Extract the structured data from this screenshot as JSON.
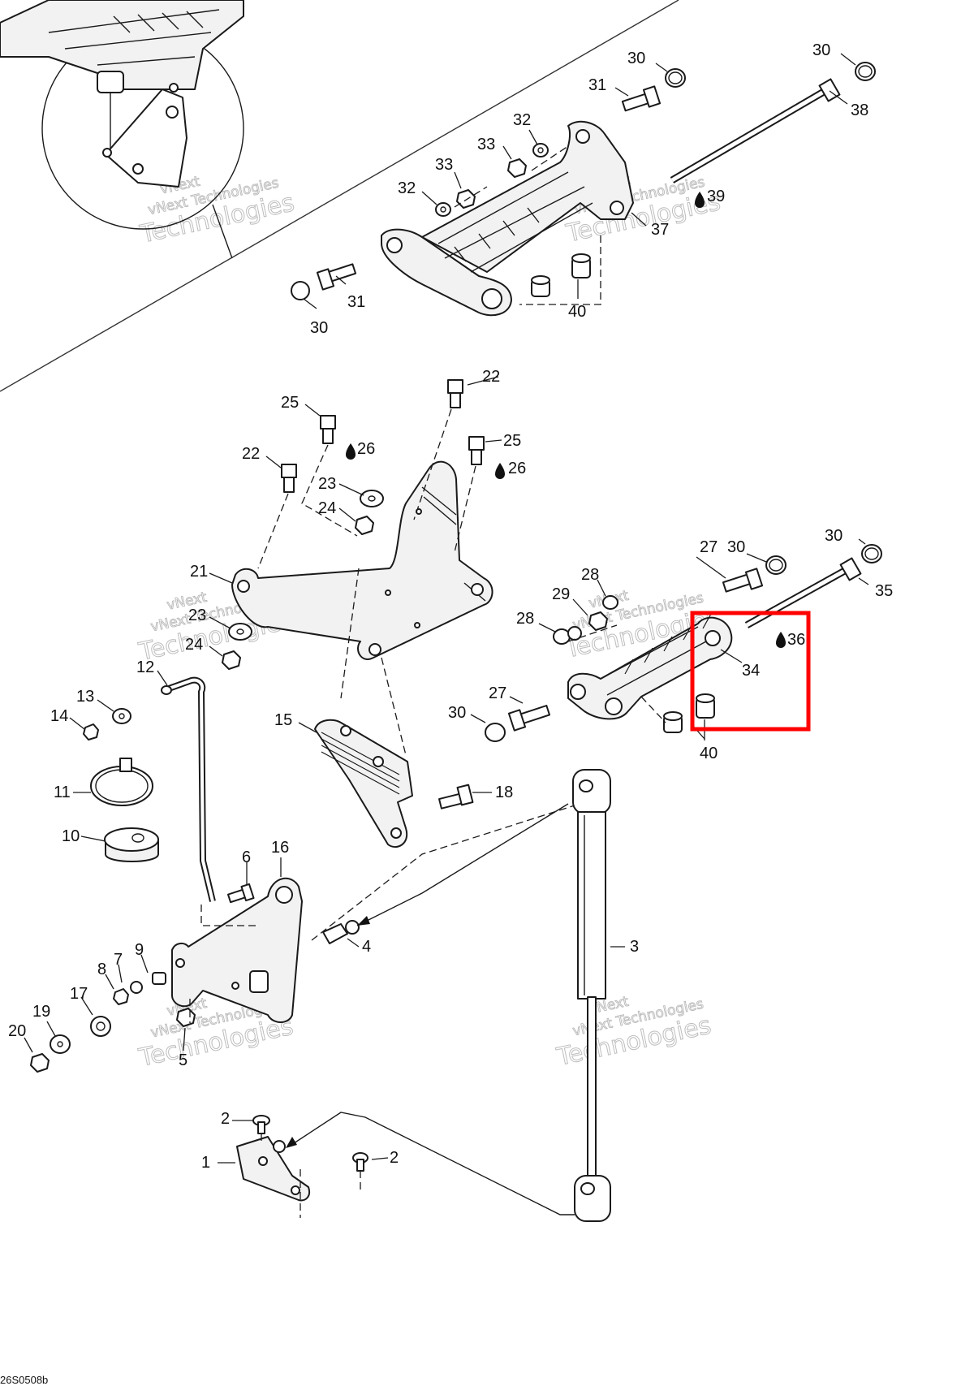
{
  "diagram": {
    "callouts": [
      "1",
      "2",
      "3",
      "4",
      "5",
      "6",
      "7",
      "8",
      "9",
      "10",
      "11",
      "12",
      "13",
      "14",
      "15",
      "16",
      "17",
      "18",
      "19",
      "20",
      "21",
      "22",
      "23",
      "24",
      "25",
      "26",
      "27",
      "28",
      "29",
      "30",
      "31",
      "32",
      "33",
      "34",
      "35",
      "36",
      "37",
      "38",
      "39",
      "40"
    ],
    "liquid_marked_callouts": [
      "26",
      "36",
      "39"
    ],
    "watermark": {
      "line1": "vNext",
      "line2": "vNext Technologies",
      "line3": "Technologies"
    },
    "doc_code": "26S0508b",
    "highlight": {
      "color": "#ff0000",
      "target_callout": "34"
    }
  }
}
